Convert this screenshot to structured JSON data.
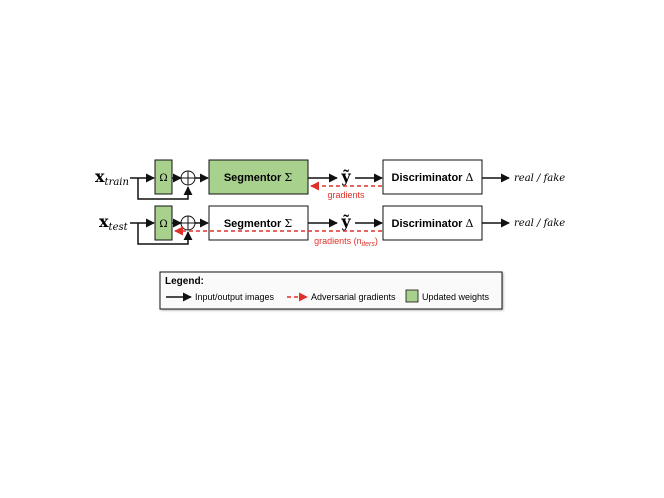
{
  "colors": {
    "updated_weights": "#a9d18e",
    "adversarial": "#e0302a",
    "stroke": "#111111",
    "legend_bg": "#fafafa"
  },
  "rows": {
    "train": {
      "input_main": "x",
      "input_sub": "train",
      "omega": "Ω",
      "segmentor": "Segmentor",
      "segmentor_symbol": "Σ",
      "output": "ỹ",
      "discriminator": "Discriminator",
      "discriminator_symbol": "Δ",
      "result": "real / fake",
      "gradients_label": "gradients"
    },
    "test": {
      "input_main": "x",
      "input_sub": "test",
      "omega": "Ω",
      "segmentor": "Segmentor",
      "segmentor_symbol": "Σ",
      "output": "ỹ",
      "discriminator": "Discriminator",
      "discriminator_symbol": "Δ",
      "result": "real / fake",
      "gradients_label": "gradients (n",
      "gradients_sub": "iters",
      "gradients_close": ")"
    }
  },
  "legend": {
    "title": "Legend:",
    "input_output": "Input/output images",
    "adversarial": "Adversarial gradients",
    "updated": "Updated weights"
  },
  "icons": {
    "sum_node": "circled-plus-icon",
    "arrow": "arrow-right-icon"
  }
}
